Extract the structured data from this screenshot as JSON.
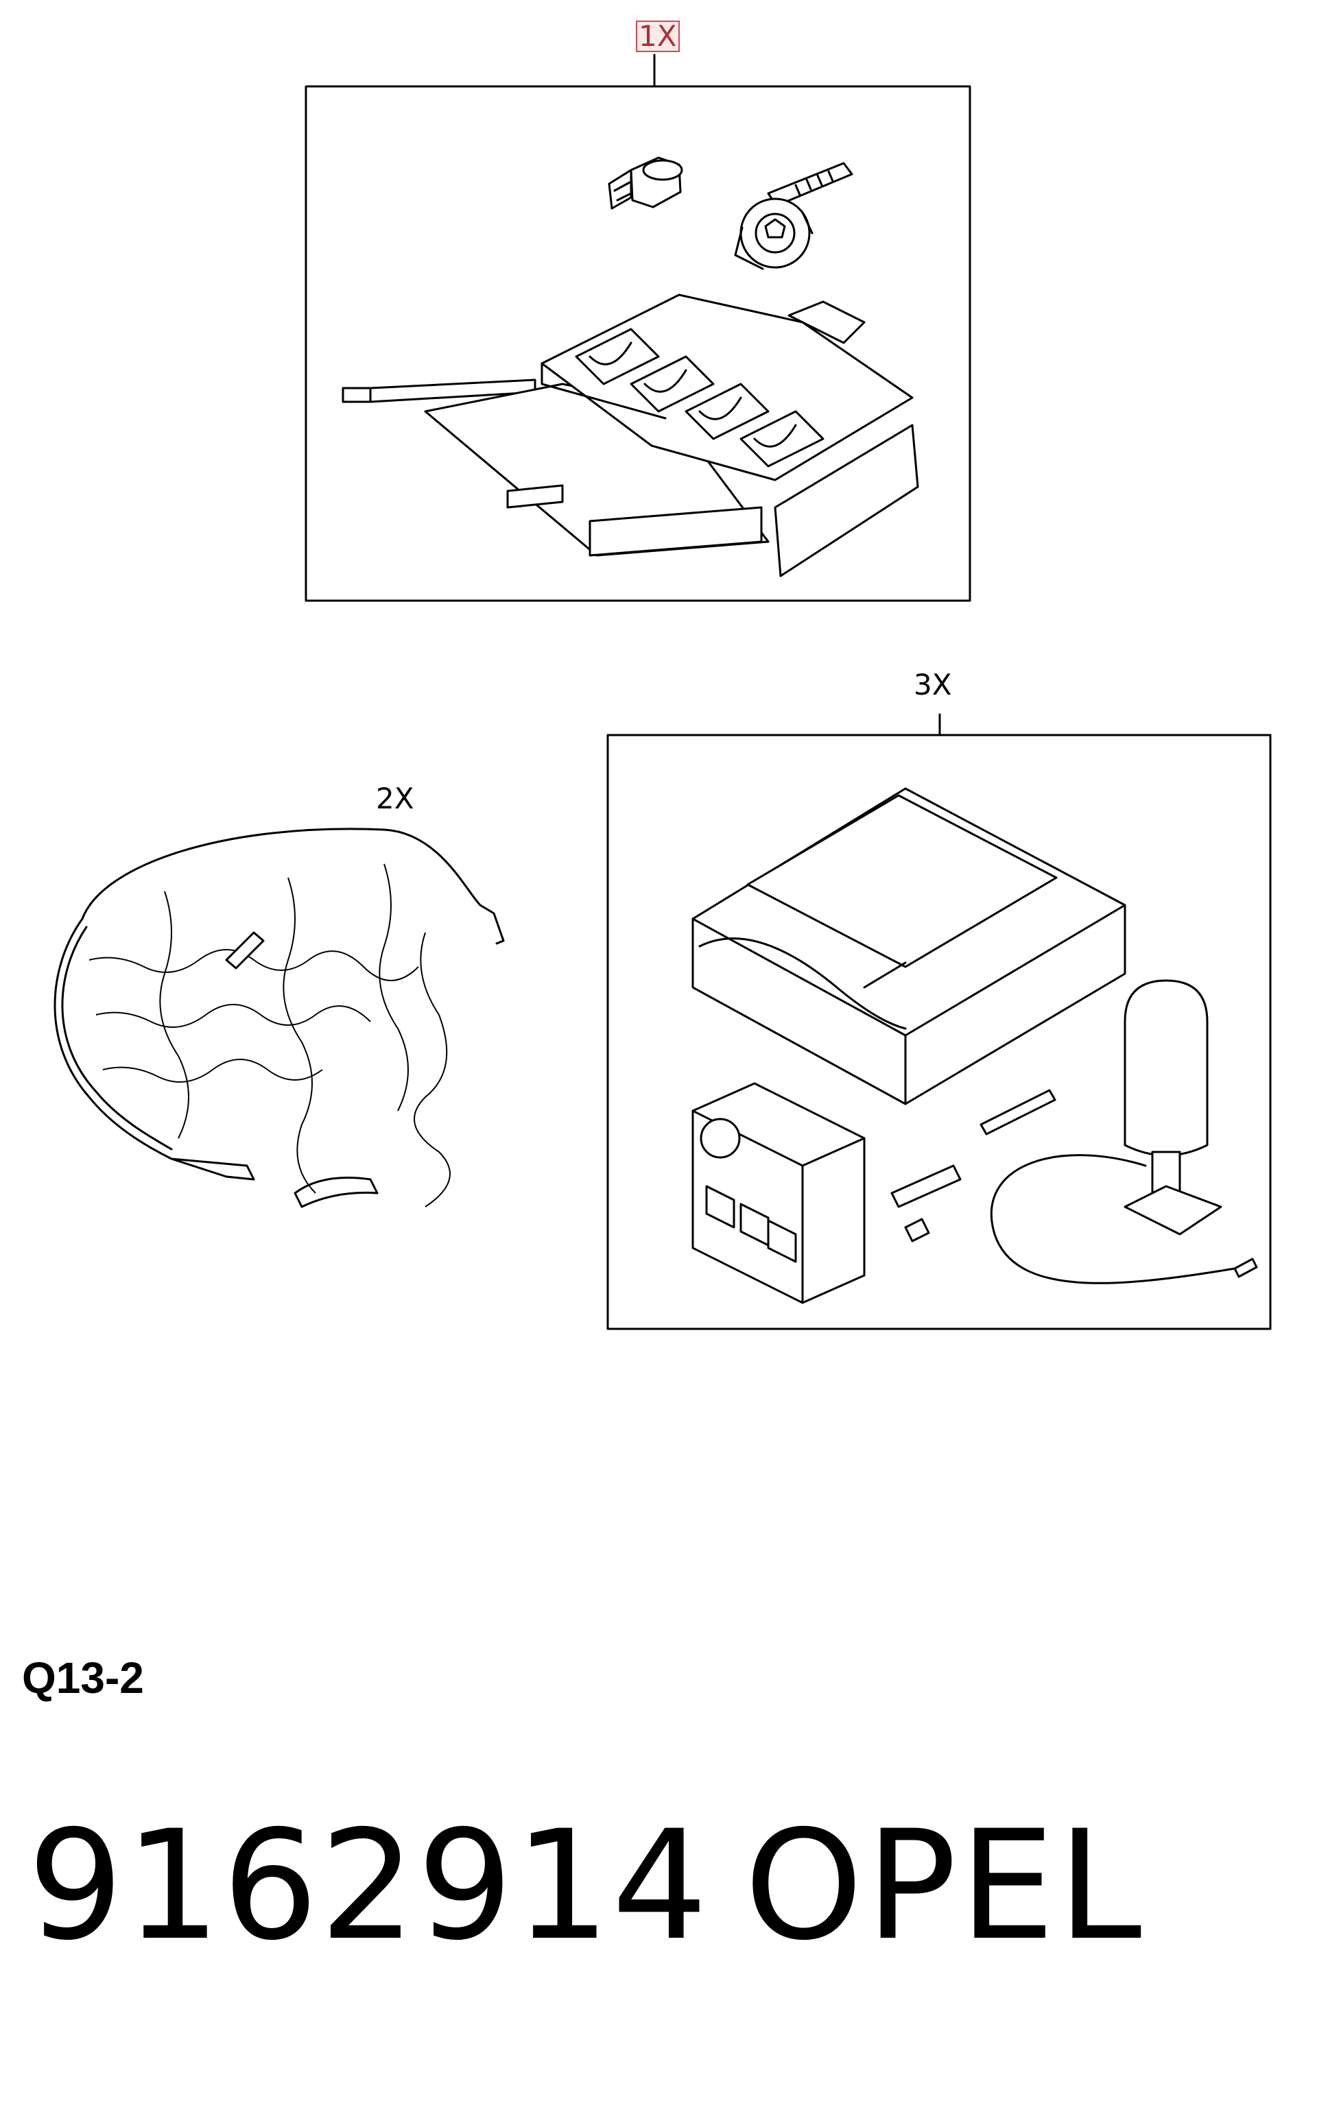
{
  "callouts": {
    "item_1": "1X",
    "item_2": "2X",
    "item_3": "3X"
  },
  "group_code": "Q13-2",
  "footer": {
    "part_number": "9162914",
    "brand": "OPEL"
  },
  "highlight_color": "#d4494f",
  "items": {
    "1": [
      "lock-nut-key-icon",
      "locking-wheel-bolt-icon",
      "storage-tray-icon"
    ],
    "2": [
      "snow-chain-icon"
    ],
    "3": [
      "carry-case-icon",
      "compressor-icon",
      "valve-insert-icon",
      "sealant-bottle-icon",
      "hose-icon"
    ]
  }
}
